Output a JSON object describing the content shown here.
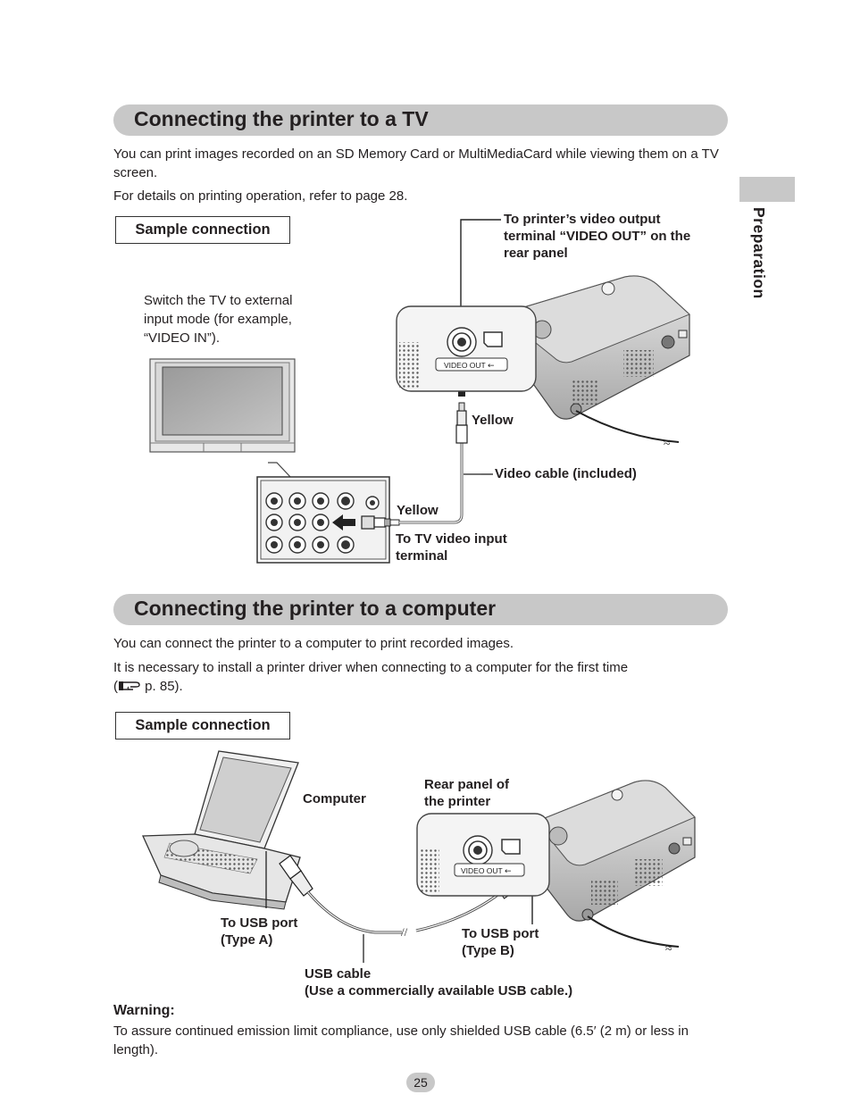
{
  "sidebar": {
    "tab_label": "Preparation"
  },
  "tv_section": {
    "title": "Connecting the printer to a TV",
    "para1": "You can print images recorded on an SD Memory Card or MultiMediaCard while viewing them on a TV screen.",
    "para2": "For details on printing operation, refer to page 28.",
    "sample_label": "Sample connection",
    "switch_note": "Switch the TV to external input mode (for example, “VIDEO IN”).",
    "video_out_callout": "To printer’s video output terminal “VIDEO OUT” on the rear panel",
    "yellow_top": "Yellow",
    "video_cable": "Video cable (included)",
    "yellow_bottom": "Yellow",
    "tv_input": "To TV video input terminal",
    "port_label": "VIDEO OUT"
  },
  "pc_section": {
    "title": "Connecting the printer to a computer",
    "para1": "You can connect the printer to a computer to print recorded images.",
    "para2": "It is necessary to install a printer driver when connecting to a computer for the first time",
    "para2_ref": "p. 85).",
    "sample_label": "Sample connection",
    "computer": "Computer",
    "rear_panel": "Rear panel of the printer",
    "usb_a": "To USB port (Type A)",
    "usb_b": "To USB port (Type B)",
    "usb_cable": "USB cable",
    "usb_cable_note": "(Use a commercially available USB cable.)",
    "port_label": "VIDEO OUT"
  },
  "warning": {
    "heading": "Warning:",
    "text": "To assure continued emission limit compliance, use only shielded USB cable (6.5′ (2 m) or less in length)."
  },
  "page_number": "25"
}
